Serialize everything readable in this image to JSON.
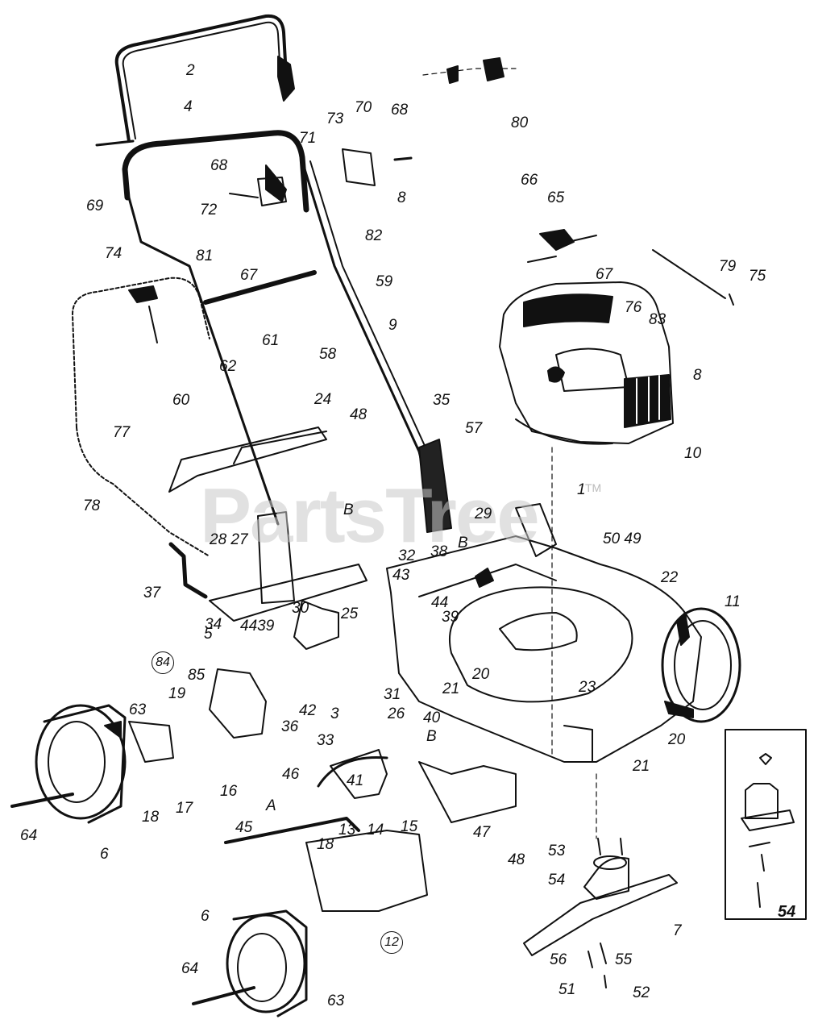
{
  "watermark": {
    "text": "PartsTree",
    "trademark": "TM"
  },
  "inset_label": "54",
  "labels": {
    "l2": "2",
    "l4": "4",
    "l73": "73",
    "l70": "70",
    "l68a": "68",
    "l80": "80",
    "l71": "71",
    "l68b": "68",
    "l8a": "8",
    "l66": "66",
    "l65": "65",
    "l69": "69",
    "l72": "72",
    "l82": "82",
    "l74": "74",
    "l81": "81",
    "l67a": "67",
    "l59": "59",
    "l67b": "67",
    "l79": "79",
    "l75": "75",
    "l76": "76",
    "l83": "83",
    "l9": "9",
    "l61": "61",
    "l58": "58",
    "l62": "62",
    "l8b": "8",
    "l60": "60",
    "l24": "24",
    "l35": "35",
    "l48a": "48",
    "l77": "77",
    "l57": "57",
    "l10": "10",
    "l1": "1",
    "l78": "78",
    "lBa": "B",
    "l29": "29",
    "l2827": "28 27",
    "l5049": "50 49",
    "l38": "38",
    "lBb": "B",
    "l32": "32",
    "l43": "43",
    "l22": "22",
    "l37": "37",
    "l44a": "44",
    "l11": "11",
    "l39a": "39",
    "l34": "34",
    "l4439": "4439",
    "l30": "30",
    "l25": "25",
    "l84": "84",
    "l5": "5",
    "l85": "85",
    "l20a": "20",
    "l21a": "21",
    "l23": "23",
    "l19": "19",
    "l31": "31",
    "l42": "42",
    "l3": "3",
    "l26": "26",
    "l63a": "63",
    "l40": "40",
    "l36": "36",
    "l33": "33",
    "lBc": "B",
    "l20b": "20",
    "l21b": "21",
    "l46": "46",
    "l41": "41",
    "l16": "16",
    "lA": "A",
    "l17": "17",
    "l18a": "18",
    "l64a": "64",
    "l45": "45",
    "l18b": "18",
    "l13": "13",
    "l14": "14",
    "l15": "15",
    "l47": "47",
    "l6a": "6",
    "l53": "53",
    "l48b": "48",
    "l54": "54",
    "l7": "7",
    "l6b": "6",
    "l12": "12",
    "l56": "56",
    "l55": "55",
    "l64b": "64",
    "l51": "51",
    "l52": "52",
    "l63b": "63"
  }
}
